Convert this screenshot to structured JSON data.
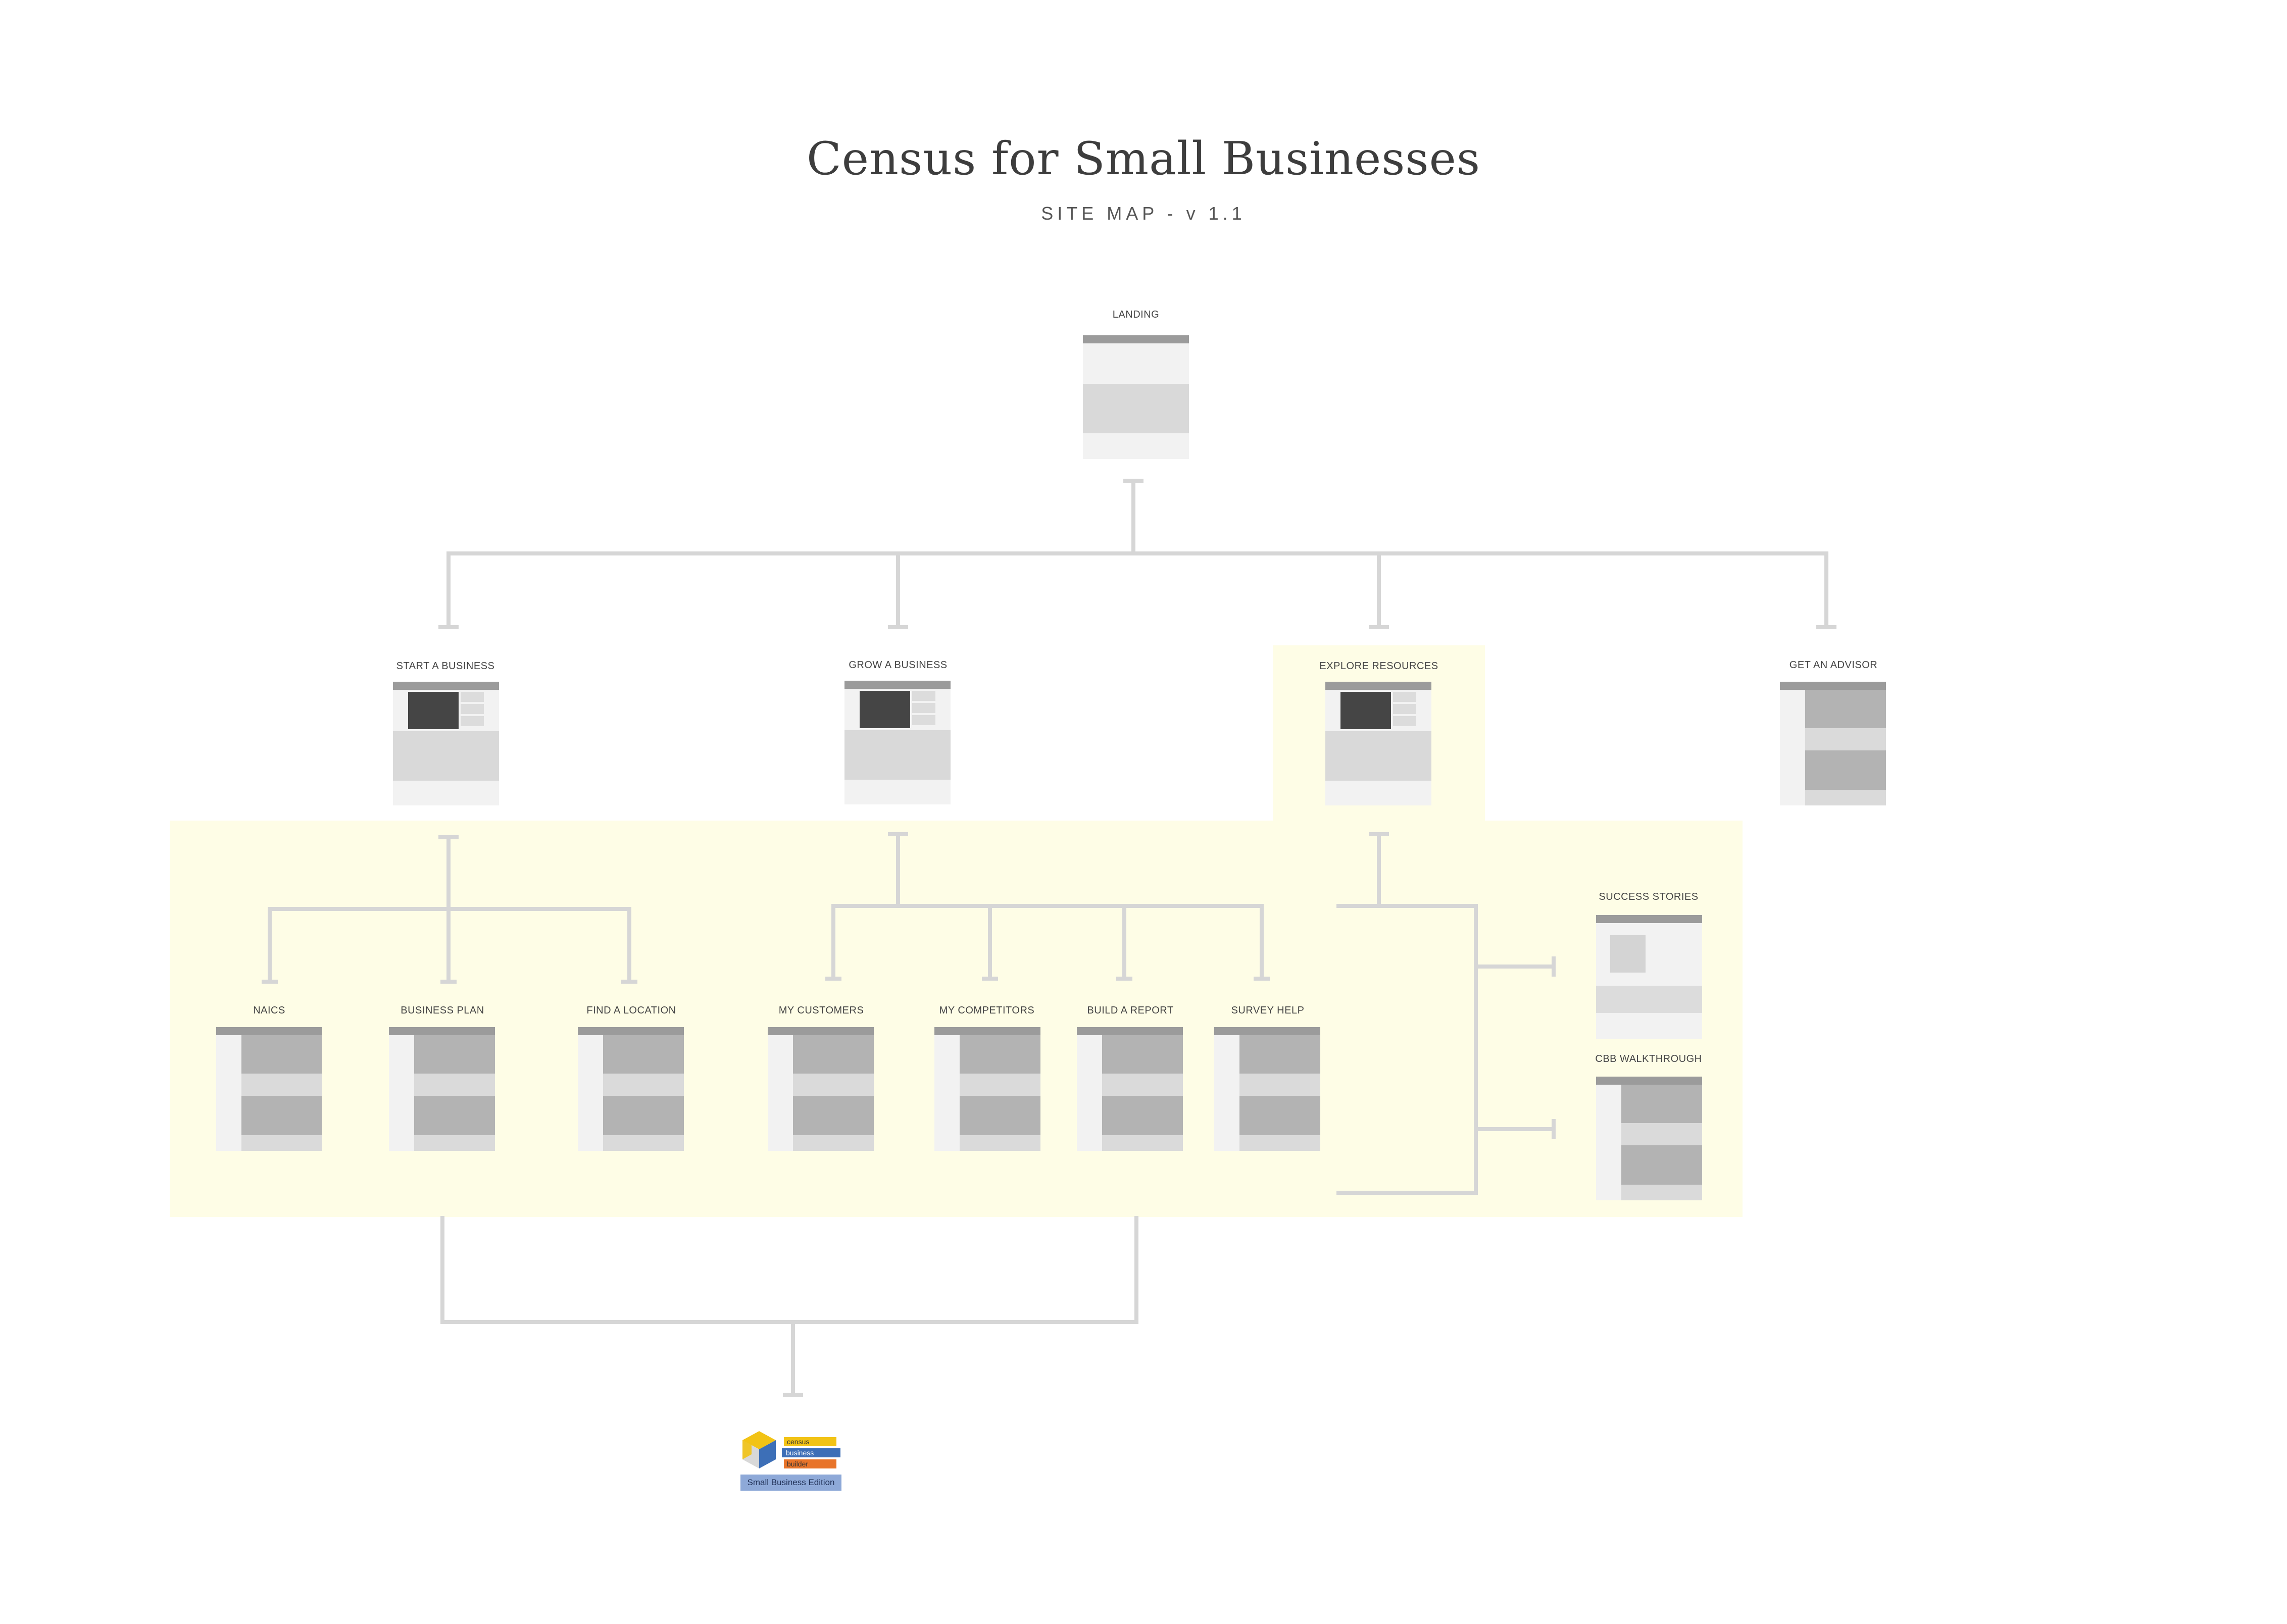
{
  "title": "Census for Small Businesses",
  "subtitle": "SITE MAP - v 1.1",
  "pages": {
    "landing": "LANDING",
    "start": "START A BUSINESS",
    "grow": "GROW A BUSINESS",
    "explore": "EXPLORE RESOURCES",
    "advisor": "GET AN ADVISOR",
    "naics": "NAICS",
    "business_plan": "BUSINESS PLAN",
    "find_location": "FIND A LOCATION",
    "my_customers": "MY CUSTOMERS",
    "my_competitors": "MY COMPETITORS",
    "build_report": "BUILD A REPORT",
    "survey_help": "SURVEY HELP",
    "success_stories": "SUCCESS STORIES",
    "cbb_walkthrough": "CBB WALKTHROUGH"
  },
  "logo": {
    "line1": "census",
    "line2": "business",
    "line3": "builder",
    "edition": "Small Business Edition"
  },
  "colors": {
    "highlight": "#fefde6",
    "connector": "#d6d6d6",
    "logo_yellow": "#f2c315",
    "logo_blue": "#3d6fb7",
    "logo_orange": "#e8742a",
    "logo_edition_bg": "#8ea9d8"
  }
}
